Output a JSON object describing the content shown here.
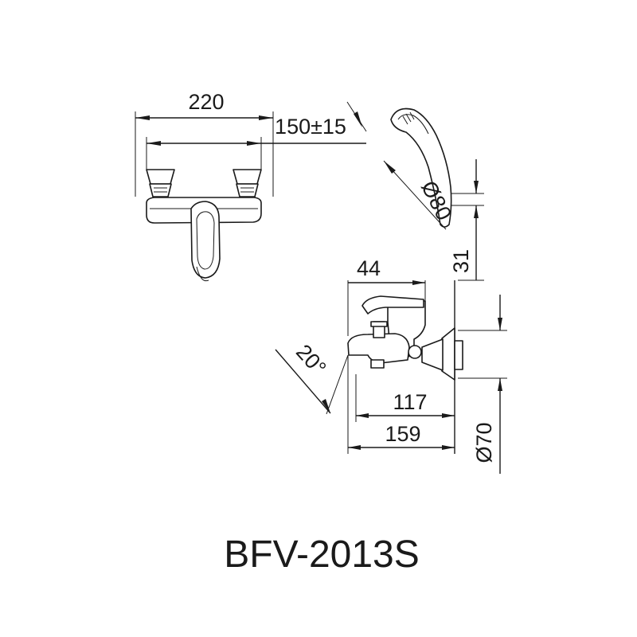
{
  "model": "BFV-2013S",
  "dimensions": {
    "width_total": "220",
    "center_distance": "150±15",
    "handshower_diameter": "Ø80",
    "handshower_offset": "31",
    "handle_length": "44",
    "angle": "20°",
    "spout_reach_117": "117",
    "spout_reach_159": "159",
    "flange_diameter": "Ø70"
  }
}
